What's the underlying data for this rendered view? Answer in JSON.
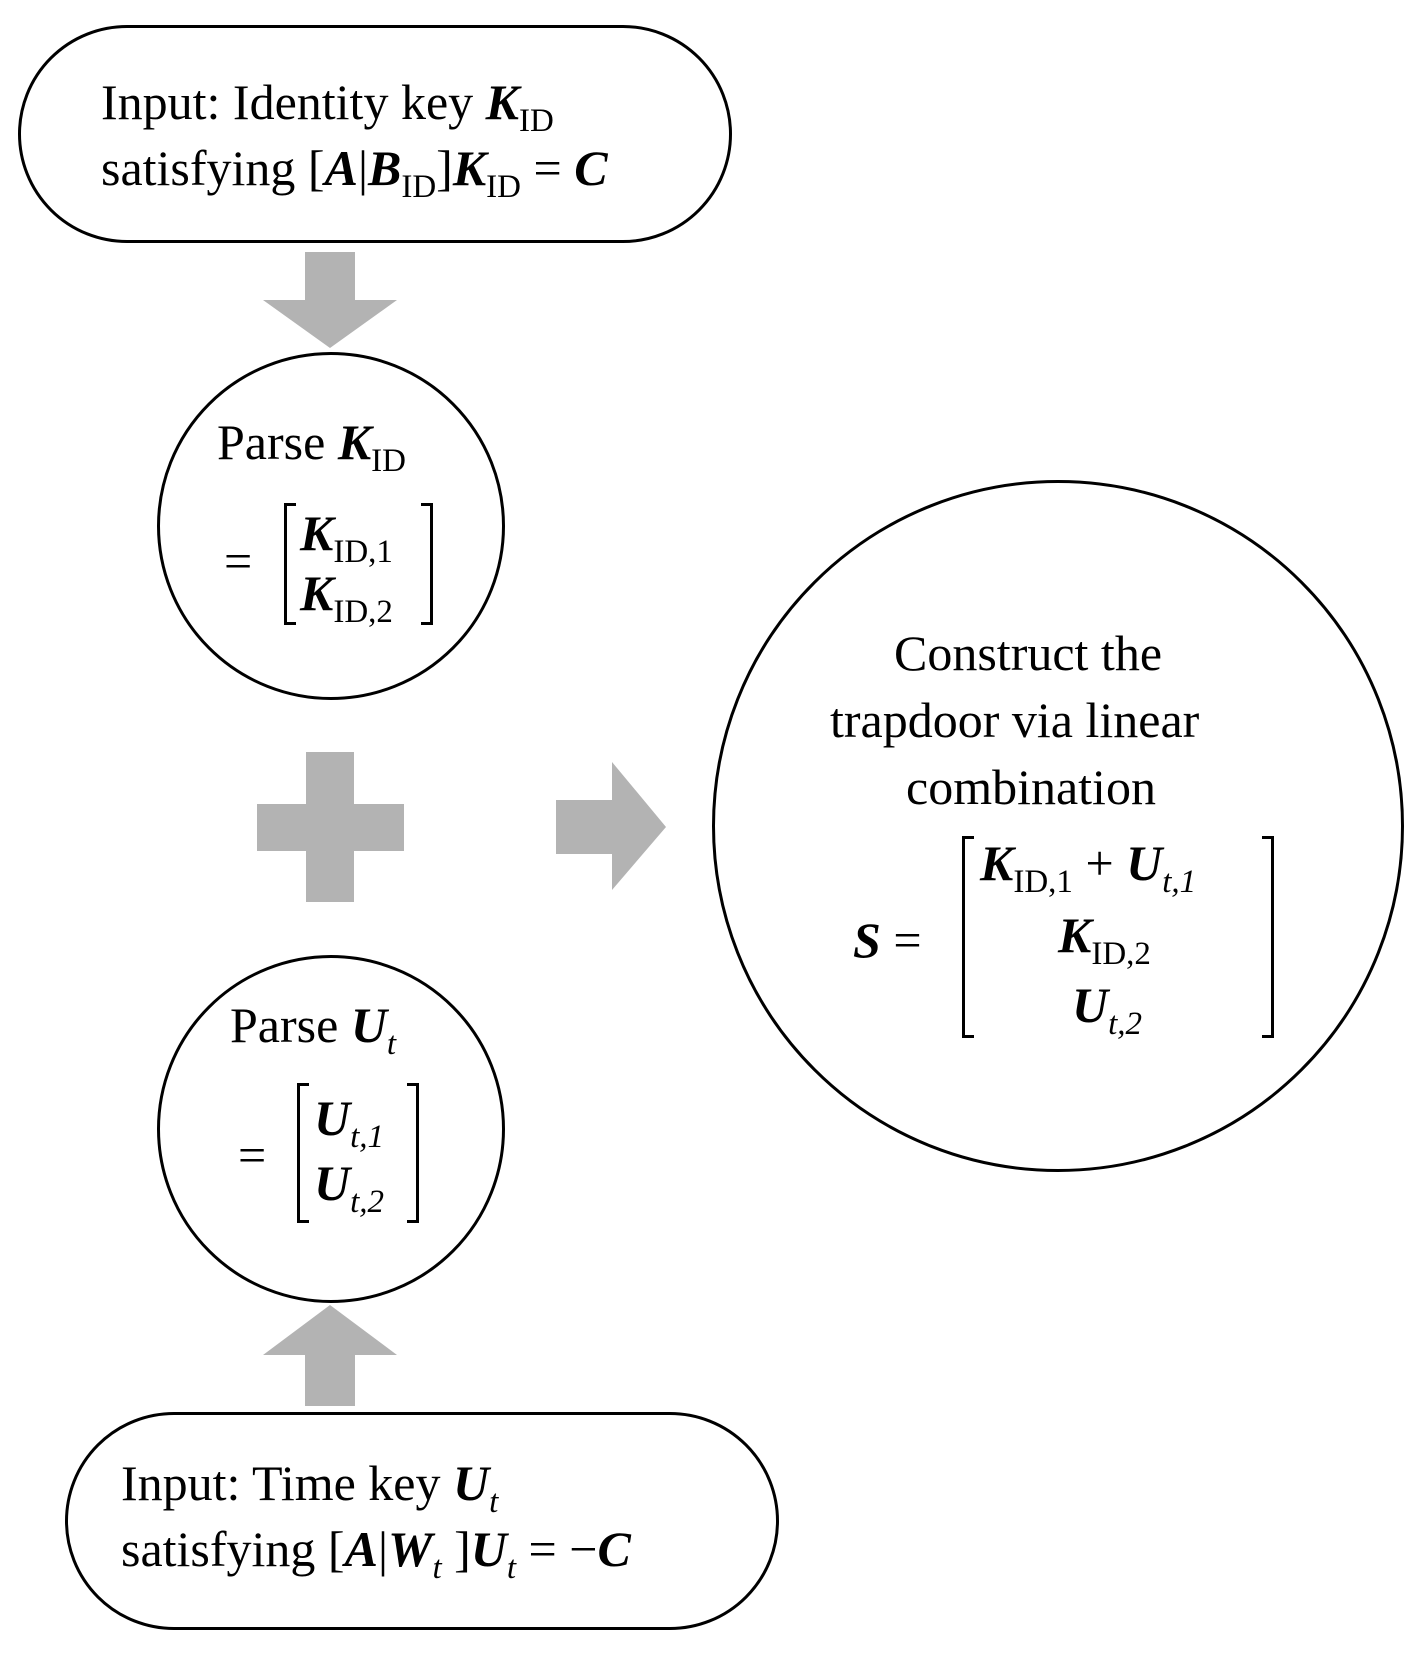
{
  "top_box": {
    "line1": "Input: Identity key",
    "K": "K",
    "ID": "ID",
    "line2_pre": "satisfying [",
    "A": "A",
    "bar": "|",
    "B": "B",
    "line2_close": "]",
    "eq": "=",
    "C": "C"
  },
  "parse_k": {
    "label": "Parse",
    "K": "K",
    "ID": "ID",
    "eq": "=",
    "r1_sub": "ID,1",
    "r2_sub": "ID,2"
  },
  "parse_u": {
    "label": "Parse",
    "U": "U",
    "t": "t",
    "eq": "=",
    "r1_sub": "t,1",
    "r2_sub": "t,2"
  },
  "bottom_box": {
    "line1": "Input: Time key",
    "U": "U",
    "t": "t",
    "line2_pre": "satisfying [",
    "A": "A",
    "bar": "|",
    "W": "W",
    "line2_close": "]",
    "eq": "= −",
    "C": "C"
  },
  "result": {
    "line1": "Construct the",
    "line2": "trapdoor via linear",
    "line3": "combination",
    "S": "S",
    "eq": "=",
    "plus": "+",
    "K": "K",
    "U": "U",
    "r1_k_sub": "ID,1",
    "r1_u_sub": "t,1",
    "r2_sub": "ID,2",
    "r3_sub": "t,2"
  },
  "colors": {
    "arrow_fill": "#b3b3b3",
    "stroke": "#000000"
  }
}
